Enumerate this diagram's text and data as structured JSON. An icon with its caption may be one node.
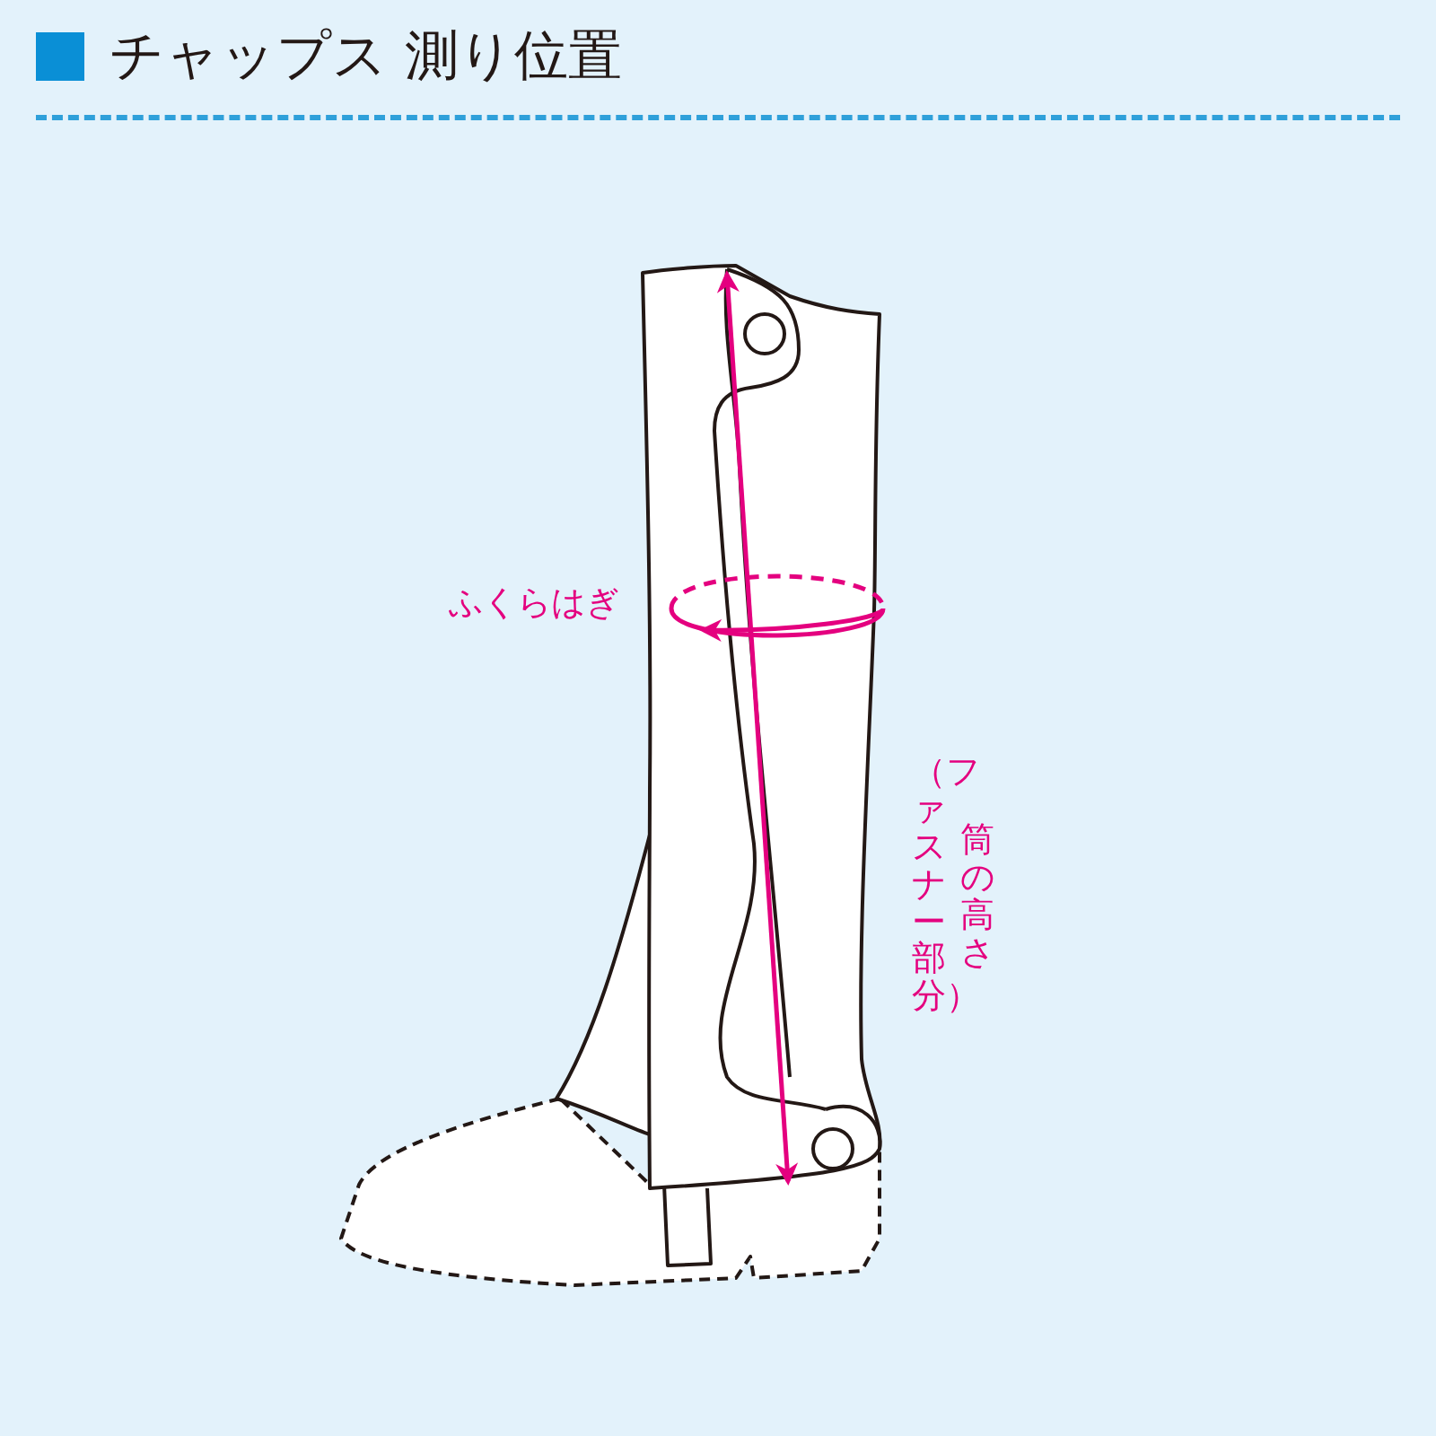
{
  "diagram": {
    "title": "チャップス 測り位置",
    "labels": [
      "ふくらはぎ",
      "筒の高さ",
      "（ファスナー部分）"
    ]
  }
}
